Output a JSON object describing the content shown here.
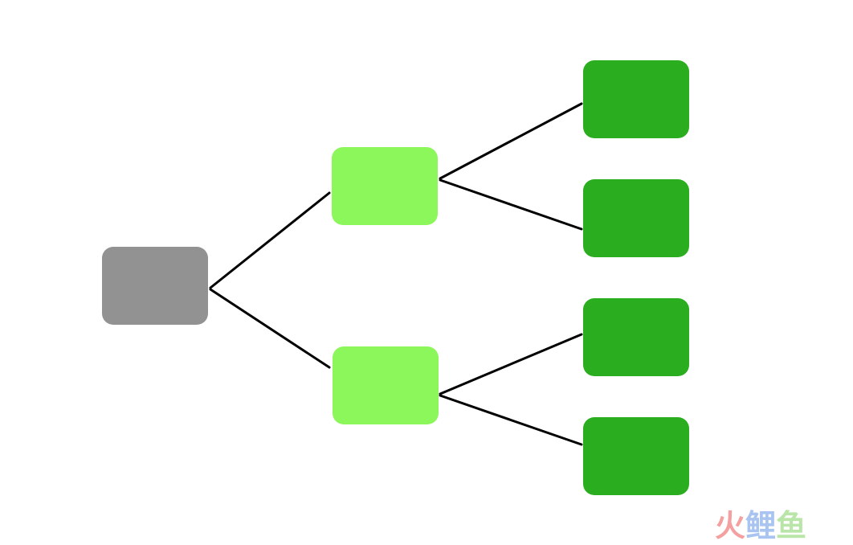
{
  "diagram": {
    "type": "tree",
    "nodes": [
      {
        "id": "root",
        "level": 0,
        "color": "#929292",
        "parent": null
      },
      {
        "id": "branch-top",
        "level": 1,
        "color": "#8cf75a",
        "parent": "root"
      },
      {
        "id": "branch-bottom",
        "level": 1,
        "color": "#8cf75a",
        "parent": "root"
      },
      {
        "id": "leaf-1",
        "level": 2,
        "color": "#2bad20",
        "parent": "branch-top"
      },
      {
        "id": "leaf-2",
        "level": 2,
        "color": "#2bad20",
        "parent": "branch-top"
      },
      {
        "id": "leaf-3",
        "level": 2,
        "color": "#2bad20",
        "parent": "branch-bottom"
      },
      {
        "id": "leaf-4",
        "level": 2,
        "color": "#2bad20",
        "parent": "branch-bottom"
      }
    ],
    "edge_color": "#000000"
  },
  "watermark": {
    "chars": [
      {
        "text": "火",
        "color": "#f4a0a0"
      },
      {
        "text": "鲤",
        "color": "#a9c4f0"
      },
      {
        "text": "鱼",
        "color": "#b9e6a8"
      }
    ]
  }
}
